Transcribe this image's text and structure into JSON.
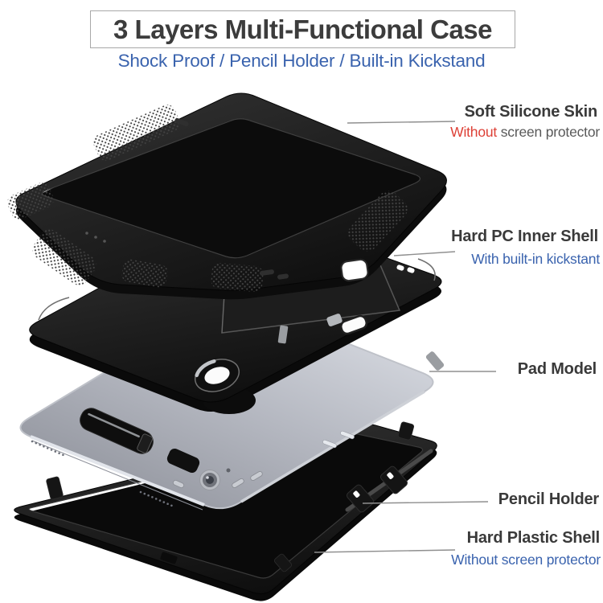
{
  "header": {
    "title": "3 Layers Multi-Functional Case",
    "subtitle": "Shock Proof / Pencil Holder / Built-in Kickstand"
  },
  "callouts": {
    "soft_silicone": {
      "heading": "Soft Silicone Skin",
      "sub_red": "Without",
      "sub_gray": "screen protector"
    },
    "hard_pc": {
      "heading": "Hard PC Inner Shell",
      "sub": "With built-in kickstant"
    },
    "pad_model": {
      "heading": "Pad Model"
    },
    "pencil_holder": {
      "heading": "Pencil Holder"
    },
    "hard_plastic": {
      "heading": "Hard Plastic Shell",
      "sub": "Without screen protector"
    }
  },
  "colors": {
    "accent_blue": "#3a63ae",
    "alert_red": "#dd4036",
    "heading_dark": "#3a3a3a",
    "sub_gray": "#595959",
    "callout_line": "#8f8f8f",
    "case_black": "#161616",
    "tablet_gray": "#b7bac2",
    "title_border": "#a8a8a8"
  }
}
